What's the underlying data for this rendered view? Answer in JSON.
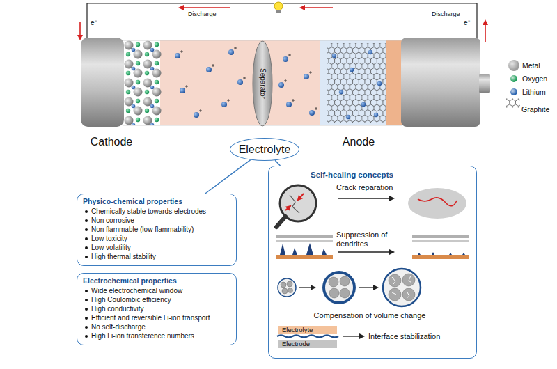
{
  "diagram": {
    "nodes": [
      {
        "text": [
          "Separator"
        ]
      },
      {
        "text": [
          "Electrolyte"
        ]
      },
      {
        "text": [
          "Physico-chemical properties",
          "Chemically stable towards electrodes",
          "Non corrosive",
          "Non flammable (low flammability)",
          "Low toxicity",
          "Low volatility",
          "High thermal stability"
        ]
      },
      {
        "text": [
          "Electrochemical properties",
          "Wide electrochemical window",
          "High Coulombic efficiency",
          "High conductivity",
          "Efficient and reversible Li-ion transport",
          "No self-discharge",
          "High Li-ion transference numbers"
        ]
      },
      {
        "text": [
          "Self-healing concepts",
          "Crack reparation",
          "Suppression of dendrites",
          "Compensation of volume change",
          "Interface stabilization"
        ]
      },
      {
        "text": [
          "Electrolyte"
        ],
        "in": 4
      },
      {
        "text": [
          "Electrode"
        ],
        "in": 4
      }
    ],
    "edges": [
      {
        "from": 1,
        "to": 2,
        "arrow": "none"
      },
      {
        "from": 1,
        "to": 4,
        "arrow": "none"
      }
    ],
    "labels": [
      "Discharge",
      "e⁻",
      "Discharge",
      "e⁻",
      "Cathode",
      "Anode"
    ],
    "legend": [
      {
        "text": "Metal",
        "color": "#9e9e9e"
      },
      {
        "text": "Oxygen",
        "color": "#1e9e5a"
      },
      {
        "text": "Lithium",
        "color": "#2a64b0"
      },
      {
        "text": "Graphite"
      }
    ]
  }
}
